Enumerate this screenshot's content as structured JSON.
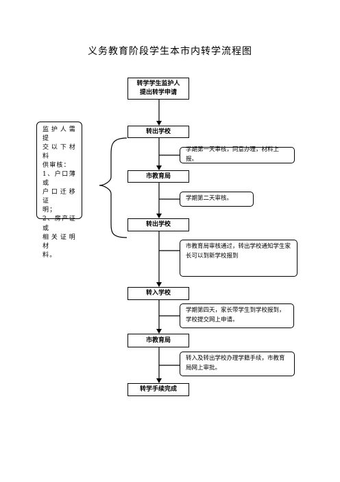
{
  "title": "义务教育阶段学生本市内转学流程图",
  "side_note": {
    "lines": [
      "监护人需提",
      "交以下材料",
      "供审核：",
      "1、户口薄或",
      "户口迁移证",
      "明；",
      "2、房产证或",
      "相关证明材",
      "料。"
    ]
  },
  "steps": [
    {
      "line1": "转学学生监护人",
      "line2": "提出转学申请"
    },
    {
      "line1": "转出学校",
      "line2": ""
    },
    {
      "line1": "市教育局",
      "line2": ""
    },
    {
      "line1": "转出学校",
      "line2": ""
    },
    {
      "line1": "转入学校",
      "line2": ""
    },
    {
      "line1": "市教育局",
      "line2": ""
    },
    {
      "line1": "转学手续完成",
      "line2": ""
    }
  ],
  "notes": [
    {
      "line1": "学期第一天审核，同意办理，材料上报。",
      "line2": ""
    },
    {
      "line1": "学期第二天审核。",
      "line2": ""
    },
    {
      "line1": "市教育局审核通过，转出学校通知学生家",
      "line2": "长可以到新学校报到"
    },
    {
      "line1": "学期第四天，家长带学生到学校报到，",
      "line2": "学校提交网上申请。"
    },
    {
      "line1": "转入及转出学校办理学籍手续，市教育",
      "line2": "局网上审批。"
    }
  ]
}
